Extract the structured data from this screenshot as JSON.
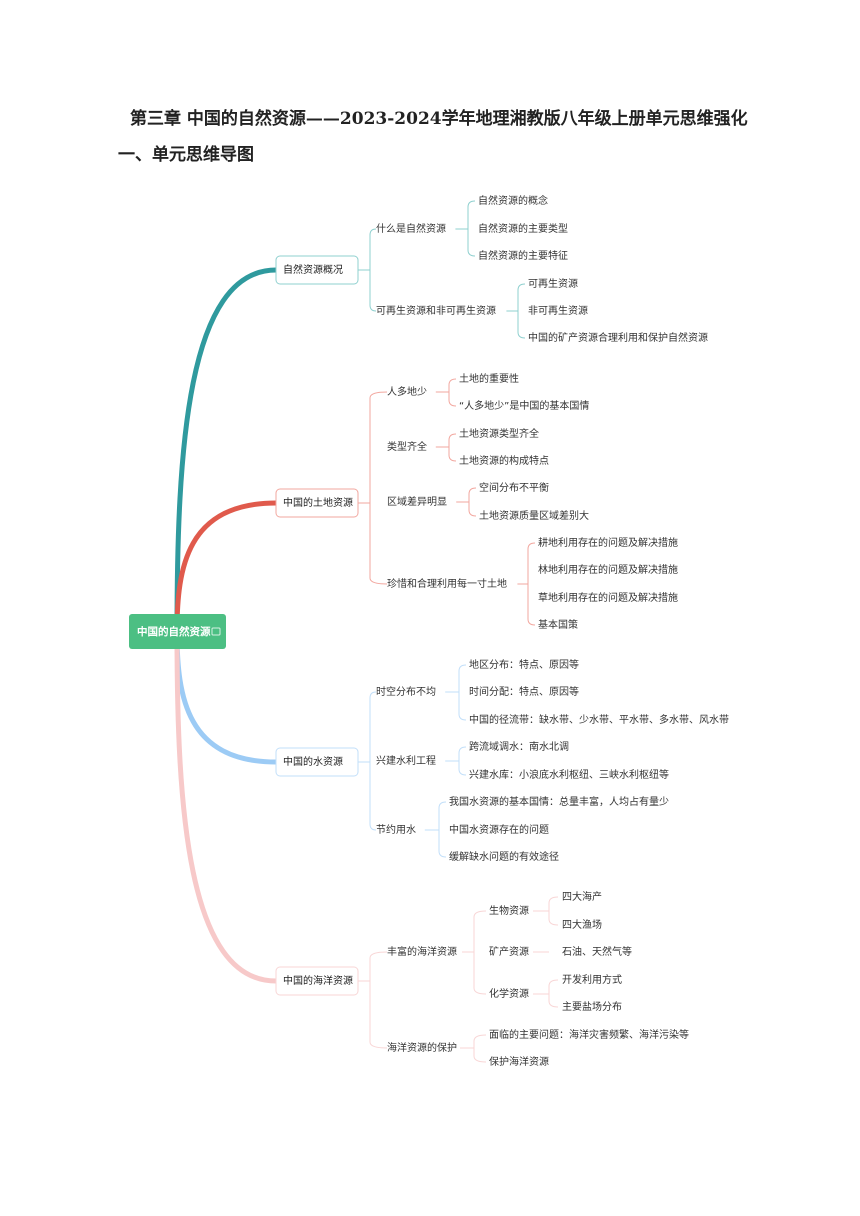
{
  "document": {
    "title": "第三章 中国的自然资源——2023-2024学年地理湘教版八年级上册单元思维强化",
    "section": "一、单元思维导图"
  },
  "mindmap": {
    "root": "中国的自然资源",
    "root_icon": "note-icon",
    "colors": {
      "root_fill": "#4cbf83",
      "branch_1": "#2f9a9e",
      "branch_2": "#e05a4c",
      "branch_3": "#9ccbf5",
      "branch_4": "#f7c9c9"
    },
    "branches": [
      {
        "label": "自然资源概况",
        "children": [
          {
            "label": "什么是自然资源",
            "children": [
              {
                "label": "自然资源的概念"
              },
              {
                "label": "自然资源的主要类型"
              },
              {
                "label": "自然资源的主要特征"
              }
            ]
          },
          {
            "label": "可再生资源和非可再生资源",
            "children": [
              {
                "label": "可再生资源"
              },
              {
                "label": "非可再生资源"
              },
              {
                "label": "中国的矿产资源合理利用和保护自然资源"
              }
            ]
          }
        ]
      },
      {
        "label": "中国的土地资源",
        "children": [
          {
            "label": "人多地少",
            "children": [
              {
                "label": "土地的重要性"
              },
              {
                "label": "“人多地少”是中国的基本国情"
              }
            ]
          },
          {
            "label": "类型齐全",
            "children": [
              {
                "label": "土地资源类型齐全"
              },
              {
                "label": "土地资源的构成特点"
              }
            ]
          },
          {
            "label": "区域差异明显",
            "children": [
              {
                "label": "空间分布不平衡"
              },
              {
                "label": "土地资源质量区域差别大"
              }
            ]
          },
          {
            "label": "珍惜和合理利用每一寸土地",
            "children": [
              {
                "label": "耕地利用存在的问题及解决措施"
              },
              {
                "label": "林地利用存在的问题及解决措施"
              },
              {
                "label": "草地利用存在的问题及解决措施"
              },
              {
                "label": "基本国策"
              }
            ]
          }
        ]
      },
      {
        "label": "中国的水资源",
        "children": [
          {
            "label": "时空分布不均",
            "children": [
              {
                "label": "地区分布：特点、原因等"
              },
              {
                "label": "时间分配：特点、原因等"
              },
              {
                "label": "中国的径流带：缺水带、少水带、平水带、多水带、风水带"
              }
            ]
          },
          {
            "label": "兴建水利工程",
            "children": [
              {
                "label": "跨流域调水：南水北调"
              },
              {
                "label": "兴建水库：小浪底水利枢纽、三峡水利枢纽等"
              }
            ]
          },
          {
            "label": "节约用水",
            "children": [
              {
                "label": "我国水资源的基本国情：总量丰富，人均占有量少"
              },
              {
                "label": "中国水资源存在的问题"
              },
              {
                "label": "缓解缺水问题的有效途径"
              }
            ]
          }
        ]
      },
      {
        "label": "中国的海洋资源",
        "children": [
          {
            "label": "丰富的海洋资源",
            "children": [
              {
                "label": "生物资源",
                "children": [
                  {
                    "label": "四大海产"
                  },
                  {
                    "label": "四大渔场"
                  }
                ]
              },
              {
                "label": "矿产资源",
                "children": [
                  {
                    "label": "石油、天然气等"
                  }
                ]
              },
              {
                "label": "化学资源",
                "children": [
                  {
                    "label": "开发利用方式"
                  },
                  {
                    "label": "主要盐场分布"
                  }
                ]
              }
            ]
          },
          {
            "label": "海洋资源的保护",
            "children": [
              {
                "label": "面临的主要问题：海洋灾害频繁、海洋污染等"
              },
              {
                "label": "保护海洋资源"
              }
            ]
          }
        ]
      }
    ]
  }
}
